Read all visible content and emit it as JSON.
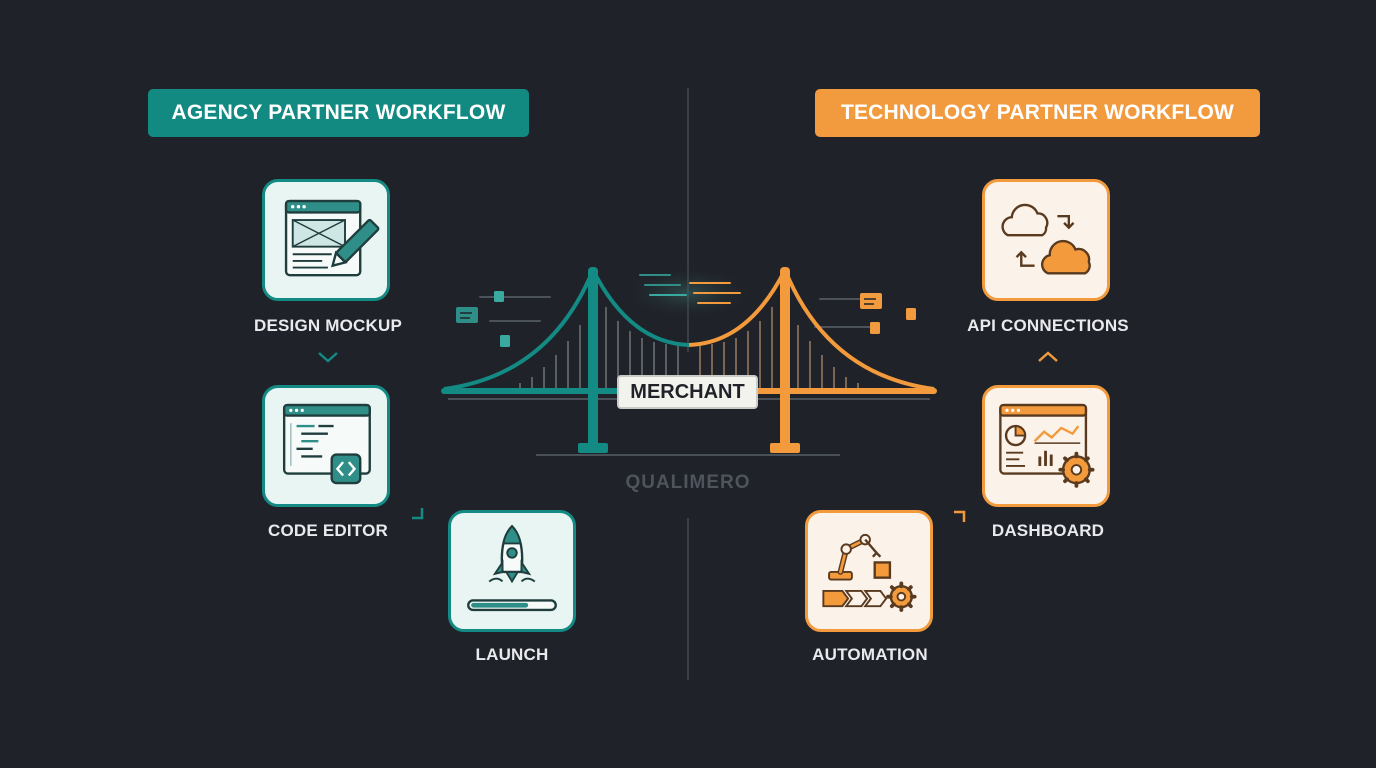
{
  "left_workflow": {
    "title": "AGENCY PARTNER WORKFLOW",
    "color": "#138a83",
    "steps": [
      {
        "label": "DESIGN MOCKUP",
        "icon": "design-mockup-icon"
      },
      {
        "label": "CODE EDITOR",
        "icon": "code-editor-icon"
      },
      {
        "label": "LAUNCH",
        "icon": "rocket-launch-icon"
      }
    ]
  },
  "right_workflow": {
    "title": "TECHNOLOGY PARTNER WORKFLOW",
    "color": "#f29a3c",
    "steps": [
      {
        "label": "API CONNECTIONS",
        "icon": "cloud-sync-icon"
      },
      {
        "label": "DASHBOARD",
        "icon": "dashboard-icon"
      },
      {
        "label": "AUTOMATION",
        "icon": "robot-arm-icon"
      }
    ]
  },
  "center": {
    "bridge_label": "MERCHANT",
    "brand": "QUALIMERO",
    "icon": "suspension-bridge-icon"
  }
}
